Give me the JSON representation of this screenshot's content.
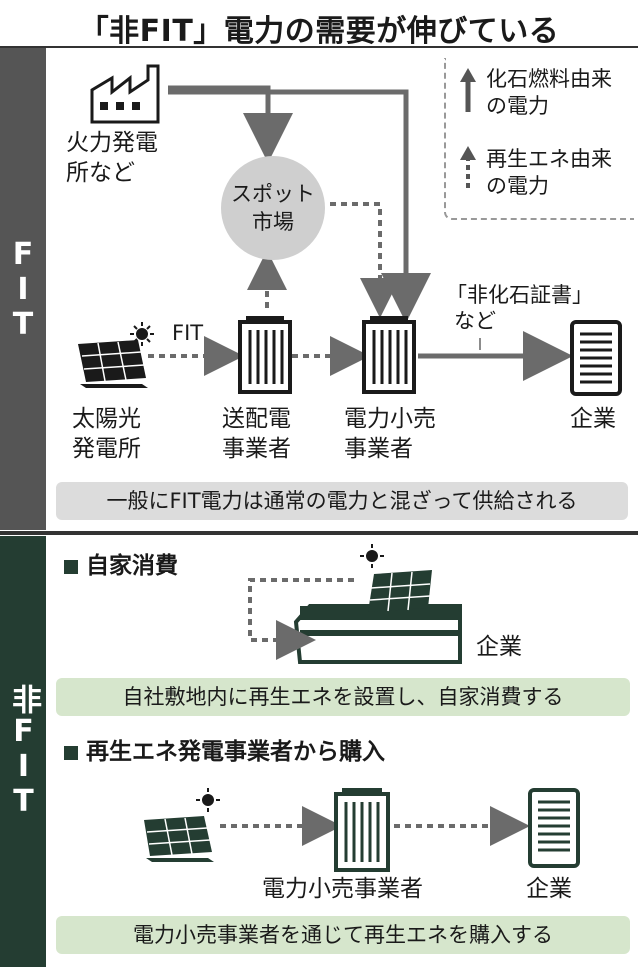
{
  "title": "「非FIT」電力の需要が伸びている",
  "fit_section": {
    "side_label": "FIT",
    "legend": {
      "fossil_line1": "化石燃料由来",
      "fossil_line2": "の電力",
      "renewable_line1": "再生エネ由来",
      "renewable_line2": "の電力"
    },
    "thermal_plant_line1": "火力発電",
    "thermal_plant_line2": "所など",
    "spot_market_line1": "スポット",
    "spot_market_line2": "市場",
    "fit_label": "FIT",
    "cert_line1": "「非化石証書」",
    "cert_line2": "など",
    "solar_plant_line1": "太陽光",
    "solar_plant_line2": "発電所",
    "transmission_line1": "送配電",
    "transmission_line2": "事業者",
    "retailer_line1": "電力小売",
    "retailer_line2": "事業者",
    "company": "企業",
    "note": "一般にFIT電力は通常の電力と混ざって供給される"
  },
  "nonfit_section": {
    "side_label": "非FIT",
    "self_consumption": {
      "heading": "自家消費",
      "company": "企業",
      "note": "自社敷地内に再生エネを設置し、自家消費する"
    },
    "purchase": {
      "heading": "再生エネ発電事業者から購入",
      "retailer": "電力小売事業者",
      "company": "企業",
      "note": "電力小売事業者を通じて再生エネを購入する"
    }
  },
  "colors": {
    "fit_band": "#555555",
    "nonfit_band": "#243d32",
    "fit_note_bg": "#dcdcdc",
    "nonfit_note_bg": "#d6e6cc",
    "fossil_arrow": "#6b6b6b",
    "renewable_arrow": "#6b6b6b"
  }
}
